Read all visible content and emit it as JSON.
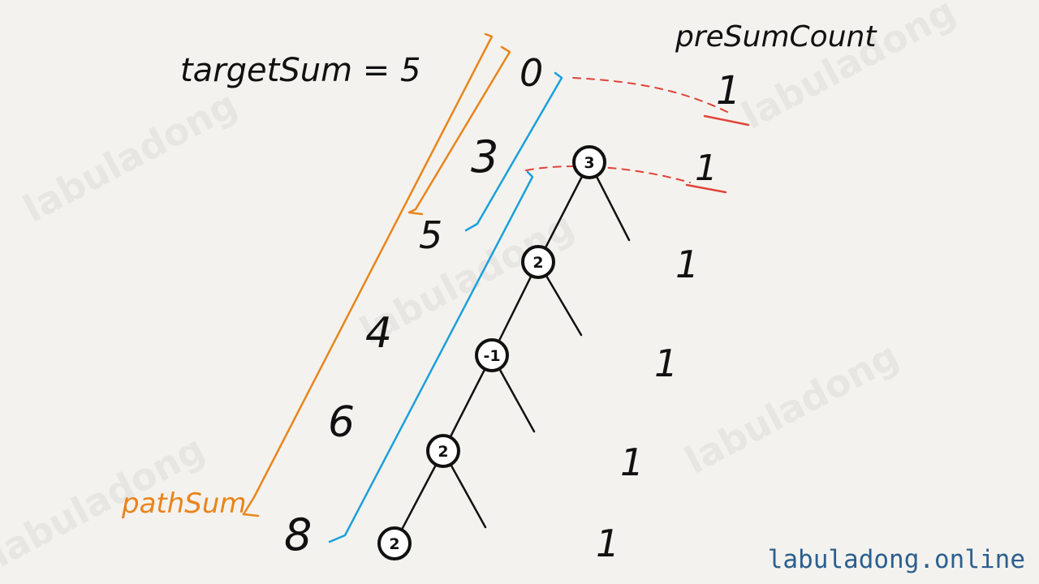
{
  "header": {
    "target_label": "targetSum = 5",
    "count_header": "preSumCount",
    "path_label": "pathSum"
  },
  "tree": {
    "nodes": [
      "3",
      "2",
      "-1",
      "2",
      "2"
    ]
  },
  "prefix_sums": [
    "0",
    "3",
    "5",
    "4",
    "6",
    "8"
  ],
  "counts": [
    "1",
    "1",
    "1",
    "1",
    "1",
    "1"
  ],
  "watermark": "labuladong",
  "site": "labuladong.online",
  "colors": {
    "path_sum_bracket": "#e8851c",
    "window_bracket": "#1aa0dc",
    "match_lines": "#e0433a",
    "site_text": "#2c5f8e"
  }
}
